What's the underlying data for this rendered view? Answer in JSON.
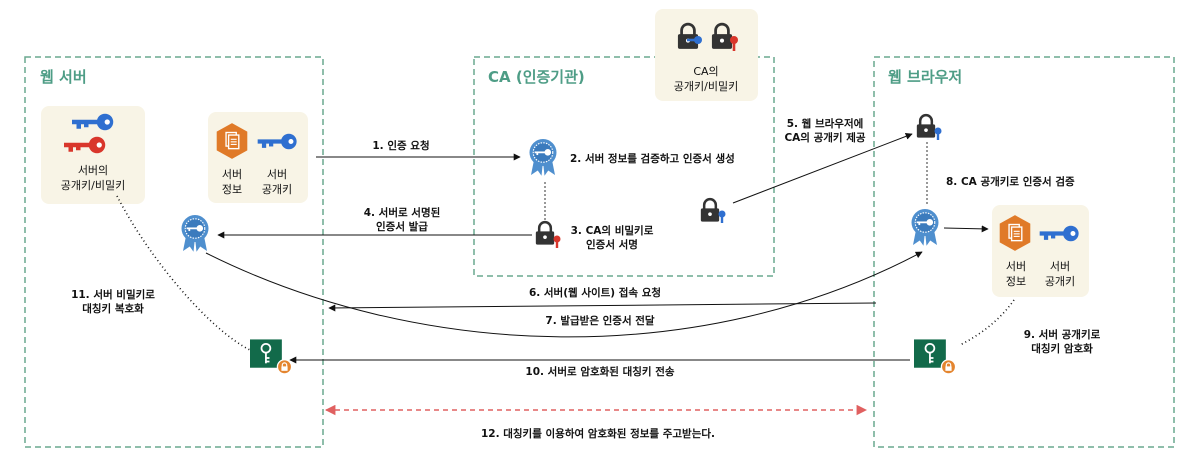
{
  "zones": {
    "web_server": "웹 서버",
    "ca": "CA (인증기관)",
    "browser": "웹 브라우저"
  },
  "cards": {
    "server_keys": [
      "서버의",
      "공개키/비밀키"
    ],
    "ca_keys": [
      "CA의",
      "공개키/비밀키"
    ],
    "server_info_left": [
      "서버",
      "정보"
    ],
    "server_pub_left": [
      "서버",
      "공개키"
    ],
    "server_info_right": [
      "서버",
      "정보"
    ],
    "server_pub_right": [
      "서버",
      "공개키"
    ]
  },
  "steps": {
    "s1": "1. 인증 요청",
    "s2": "2. 서버 정보를 검증하고 인증서 생성",
    "s3": [
      "3. CA의 비밀키로",
      "인증서 서명"
    ],
    "s4": [
      "4. 서버로 서명된",
      "인증서 발급"
    ],
    "s5": [
      "5. 웹 브라우저에",
      "CA의 공개키 제공"
    ],
    "s6": "6. 서버(웹 사이트) 접속 요청",
    "s7": "7. 발급받은 인증서 전달",
    "s8": "8. CA 공개키로 인증서 검증",
    "s9": [
      "9. 서버 공개키로",
      "대칭키 암호화"
    ],
    "s10": "10. 서버로 암호화된 대칭키 전송",
    "s11": [
      "11. 서버 비밀키로",
      "대칭키 복호화"
    ],
    "s12": "12. 대칭키를 이용하여 암호화된 정보를 주고받는다."
  },
  "colors": {
    "zone_border": "#6aa88f",
    "zone_title": "#4e9d86",
    "card_bg": "#f8f4e6",
    "key_blue": "#2f6fd0",
    "key_red": "#d9362b",
    "doc_orange": "#e07a28",
    "badge_blue": "#4f8fce",
    "envelope_green": "#126a4a",
    "lock_orange": "#e4852f",
    "exchange_red": "#e06060"
  }
}
